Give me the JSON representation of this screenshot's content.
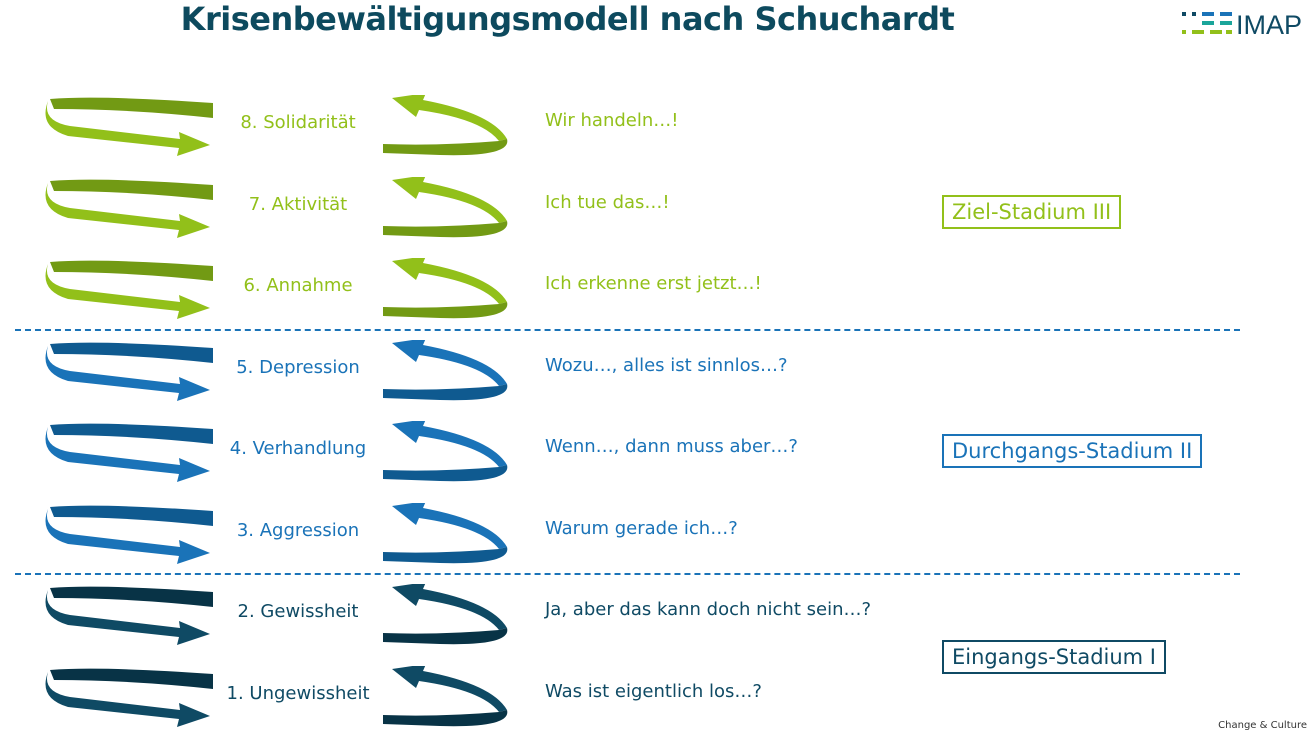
{
  "title": "Krisenbewältigungsmodell nach Schuchardt",
  "logo": "IMAP",
  "colors": {
    "green": "#92c01a",
    "green_dark": "#729a14",
    "blue": "#1a73b8",
    "blue_dark": "#0f5a90",
    "navy": "#0f4a64",
    "navy_dark": "#083346"
  },
  "phases": [
    {
      "label": "8. Solidarität",
      "phrase": "Wir handeln…!",
      "group": "green"
    },
    {
      "label": "7. Aktivität",
      "phrase": "Ich tue das…!",
      "group": "green"
    },
    {
      "label": "6. Annahme",
      "phrase": "Ich erkenne erst jetzt…!",
      "group": "green"
    },
    {
      "label": "5. Depression",
      "phrase": "Wozu…, alles ist sinnlos…?",
      "group": "blue"
    },
    {
      "label": "4. Verhandlung",
      "phrase": "Wenn…, dann muss aber…?",
      "group": "blue"
    },
    {
      "label": "3. Aggression",
      "phrase": "Warum gerade ich…?",
      "group": "blue"
    },
    {
      "label": "2. Gewissheit",
      "phrase": "Ja, aber das kann doch nicht sein…?",
      "group": "navy"
    },
    {
      "label": "1. Ungewissheit",
      "phrase": "Was ist eigentlich los…?",
      "group": "navy"
    }
  ],
  "stages": {
    "ziel": "Ziel-Stadium III",
    "durchgang": "Durchgangs-Stadium II",
    "eingang": "Eingangs-Stadium I"
  },
  "footer": "Change & Culture"
}
